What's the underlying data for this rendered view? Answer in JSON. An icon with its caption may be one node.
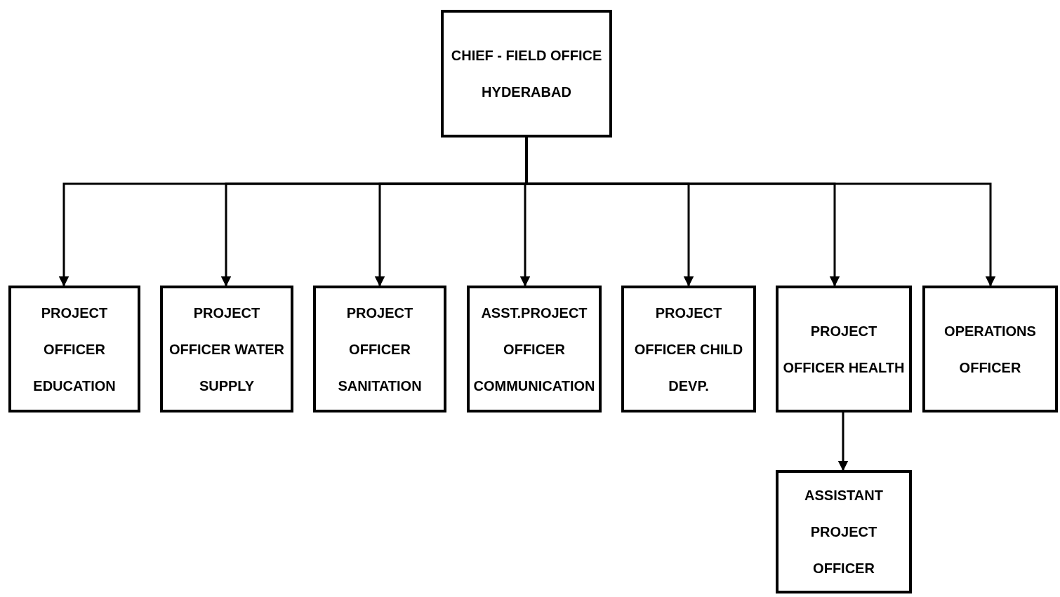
{
  "diagram": {
    "nodes": [
      {
        "text": [
          "CHIEF - FIELD OFFICE HYDERABAD"
        ]
      },
      {
        "text": [
          "PROJECT OFFICER EDUCATION"
        ]
      },
      {
        "text": [
          "PROJECT OFFICER WATER SUPPLY"
        ]
      },
      {
        "text": [
          "PROJECT OFFICER SANITATION"
        ]
      },
      {
        "text": [
          "ASST.PROJECT OFFICER COMMUNICATION"
        ]
      },
      {
        "text": [
          "PROJECT OFFICER CHILD DEVP."
        ]
      },
      {
        "text": [
          "PROJECT OFFICER HEALTH"
        ]
      },
      {
        "text": [
          "OPERATIONS OFFICER"
        ]
      },
      {
        "text": [
          "ASSISTANT PROJECT OFFICER"
        ]
      }
    ],
    "edges": [
      {
        "from": 0,
        "to": 1,
        "arrow": "to"
      },
      {
        "from": 0,
        "to": 2,
        "arrow": "to"
      },
      {
        "from": 0,
        "to": 3,
        "arrow": "to"
      },
      {
        "from": 0,
        "to": 4,
        "arrow": "to"
      },
      {
        "from": 0,
        "to": 5,
        "arrow": "to"
      },
      {
        "from": 0,
        "to": 6,
        "arrow": "to"
      },
      {
        "from": 0,
        "to": 7,
        "arrow": "to"
      },
      {
        "from": 6,
        "to": 8,
        "arrow": "to"
      }
    ]
  }
}
